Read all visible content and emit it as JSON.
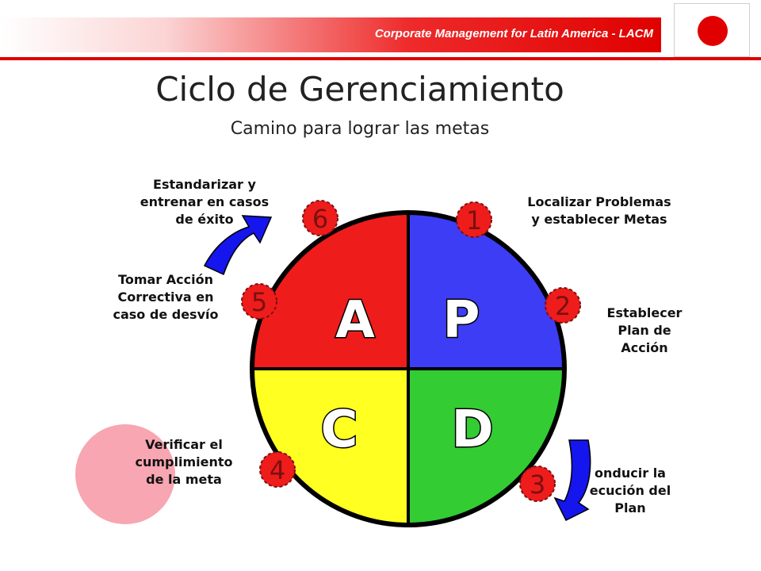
{
  "header": {
    "banner_text": "Corporate Management for Latin America - LACM"
  },
  "title": "Ciclo de Gerenciamiento",
  "subtitle": "Camino para lograr las metas",
  "colors": {
    "brand_red": "#e00000",
    "red": "#ef1c1c",
    "blue": "#3d3df6",
    "yellow": "#ffff22",
    "green": "#33cc33",
    "arrow_blue": "#1515ee",
    "pink_circle": "#f7a6b2"
  },
  "quadrants": [
    {
      "letter": "P",
      "color": "#3d3df6"
    },
    {
      "letter": "D",
      "color": "#33cc33"
    },
    {
      "letter": "C",
      "color": "#ffff22"
    },
    {
      "letter": "A",
      "color": "#ef1c1c"
    }
  ],
  "steps": [
    {
      "number": "1",
      "text": "Localizar Problemas\ny establecer Metas"
    },
    {
      "number": "2",
      "text": "Establecer\nPlan de\nAcción"
    },
    {
      "number": "3",
      "text": "onducir la\necución del\nPlan"
    },
    {
      "number": "4",
      "text": "Verificar el\ncumplimiento\nde la meta"
    },
    {
      "number": "5",
      "text": "Tomar Acción\nCorrectiva en\ncaso de desvío"
    },
    {
      "number": "6",
      "text": "Estandarizar y\nentrenar en casos\nde éxito"
    }
  ]
}
